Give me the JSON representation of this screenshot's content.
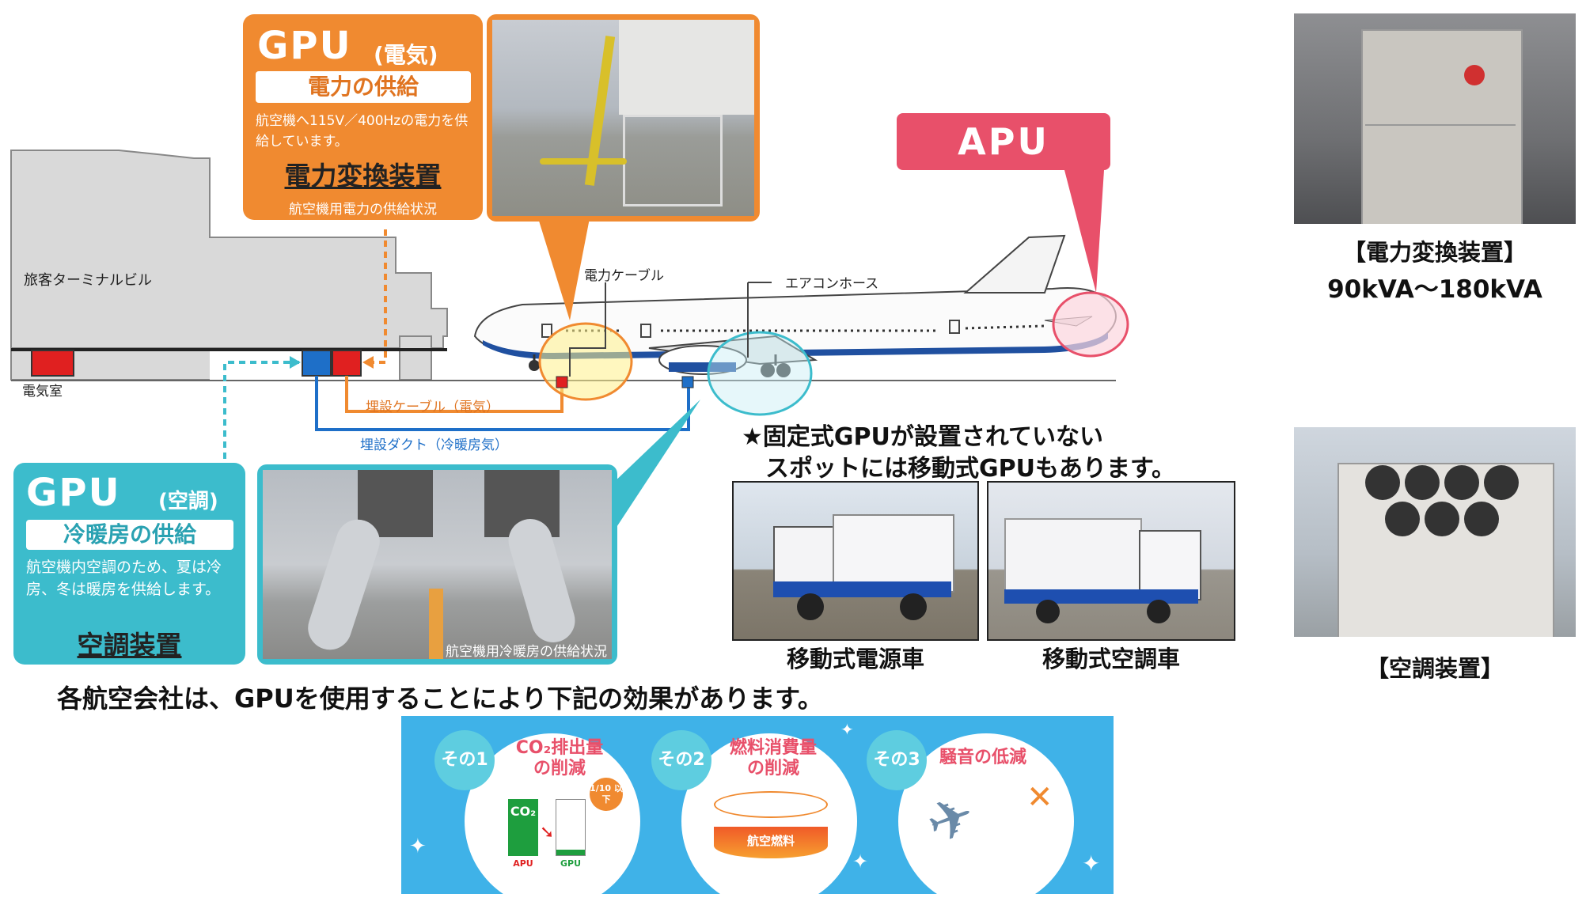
{
  "gpu_electric": {
    "title": "GPU",
    "title_suffix": "(電気)",
    "subtitle": "電力の供給",
    "description": "航空機へ115V／400Hzの電力を供給しています。",
    "equipment": "電力変換装置",
    "photo_caption": "航空機用電力の供給状況"
  },
  "gpu_ac": {
    "title": "GPU",
    "title_suffix": "(空調)",
    "subtitle": "冷暖房の供給",
    "description": "航空機内空調のため、夏は冷房、冬は暖房を供給します。",
    "equipment": "空調装置",
    "photo_caption": "航空機用冷暖房の供給状況"
  },
  "apu_label": "APU",
  "diagram": {
    "terminal_label": "旅客ターミナルビル",
    "electric_room_label": "電気室",
    "power_cable_label": "電力ケーブル",
    "aircon_hose_label": "エアコンホース",
    "buried_cable_label": "埋設ケーブル（電気）",
    "buried_duct_label": "埋設ダクト（冷暖房気）"
  },
  "mobile_note": {
    "line1": "★固定式GPUが設置されていない",
    "line2": "スポットには移動式GPUもあります。"
  },
  "mobile_power_car_caption": "移動式電源車",
  "mobile_ac_car_caption": "移動式空調車",
  "power_unit_caption": {
    "line1": "【電力変換装置】",
    "line2": "90kVA～180kVA"
  },
  "ac_unit_caption": "【空調装置】",
  "effects_heading": "各航空会社は、GPUを使用することにより下記の効果があります。",
  "effects": [
    {
      "badge": "その1",
      "title_line1": "CO₂排出量",
      "title_line2": "の削減",
      "bar_label_left": "APU",
      "bar_label_right": "GPU",
      "bar_text": "CO₂",
      "ratio_bubble": "1/10 以下"
    },
    {
      "badge": "その2",
      "title_line1": "燃料消費量",
      "title_line2": "の削減",
      "tank_label": "航空燃料"
    },
    {
      "badge": "その3",
      "title_line1": "騒音の低減",
      "title_line2": ""
    }
  ],
  "colors": {
    "orange": "#f08a30",
    "teal": "#3cbccc",
    "pink": "#e8506a",
    "blue": "#3fb2e8",
    "red": "#e02020",
    "duct_blue": "#1e6fc8"
  }
}
